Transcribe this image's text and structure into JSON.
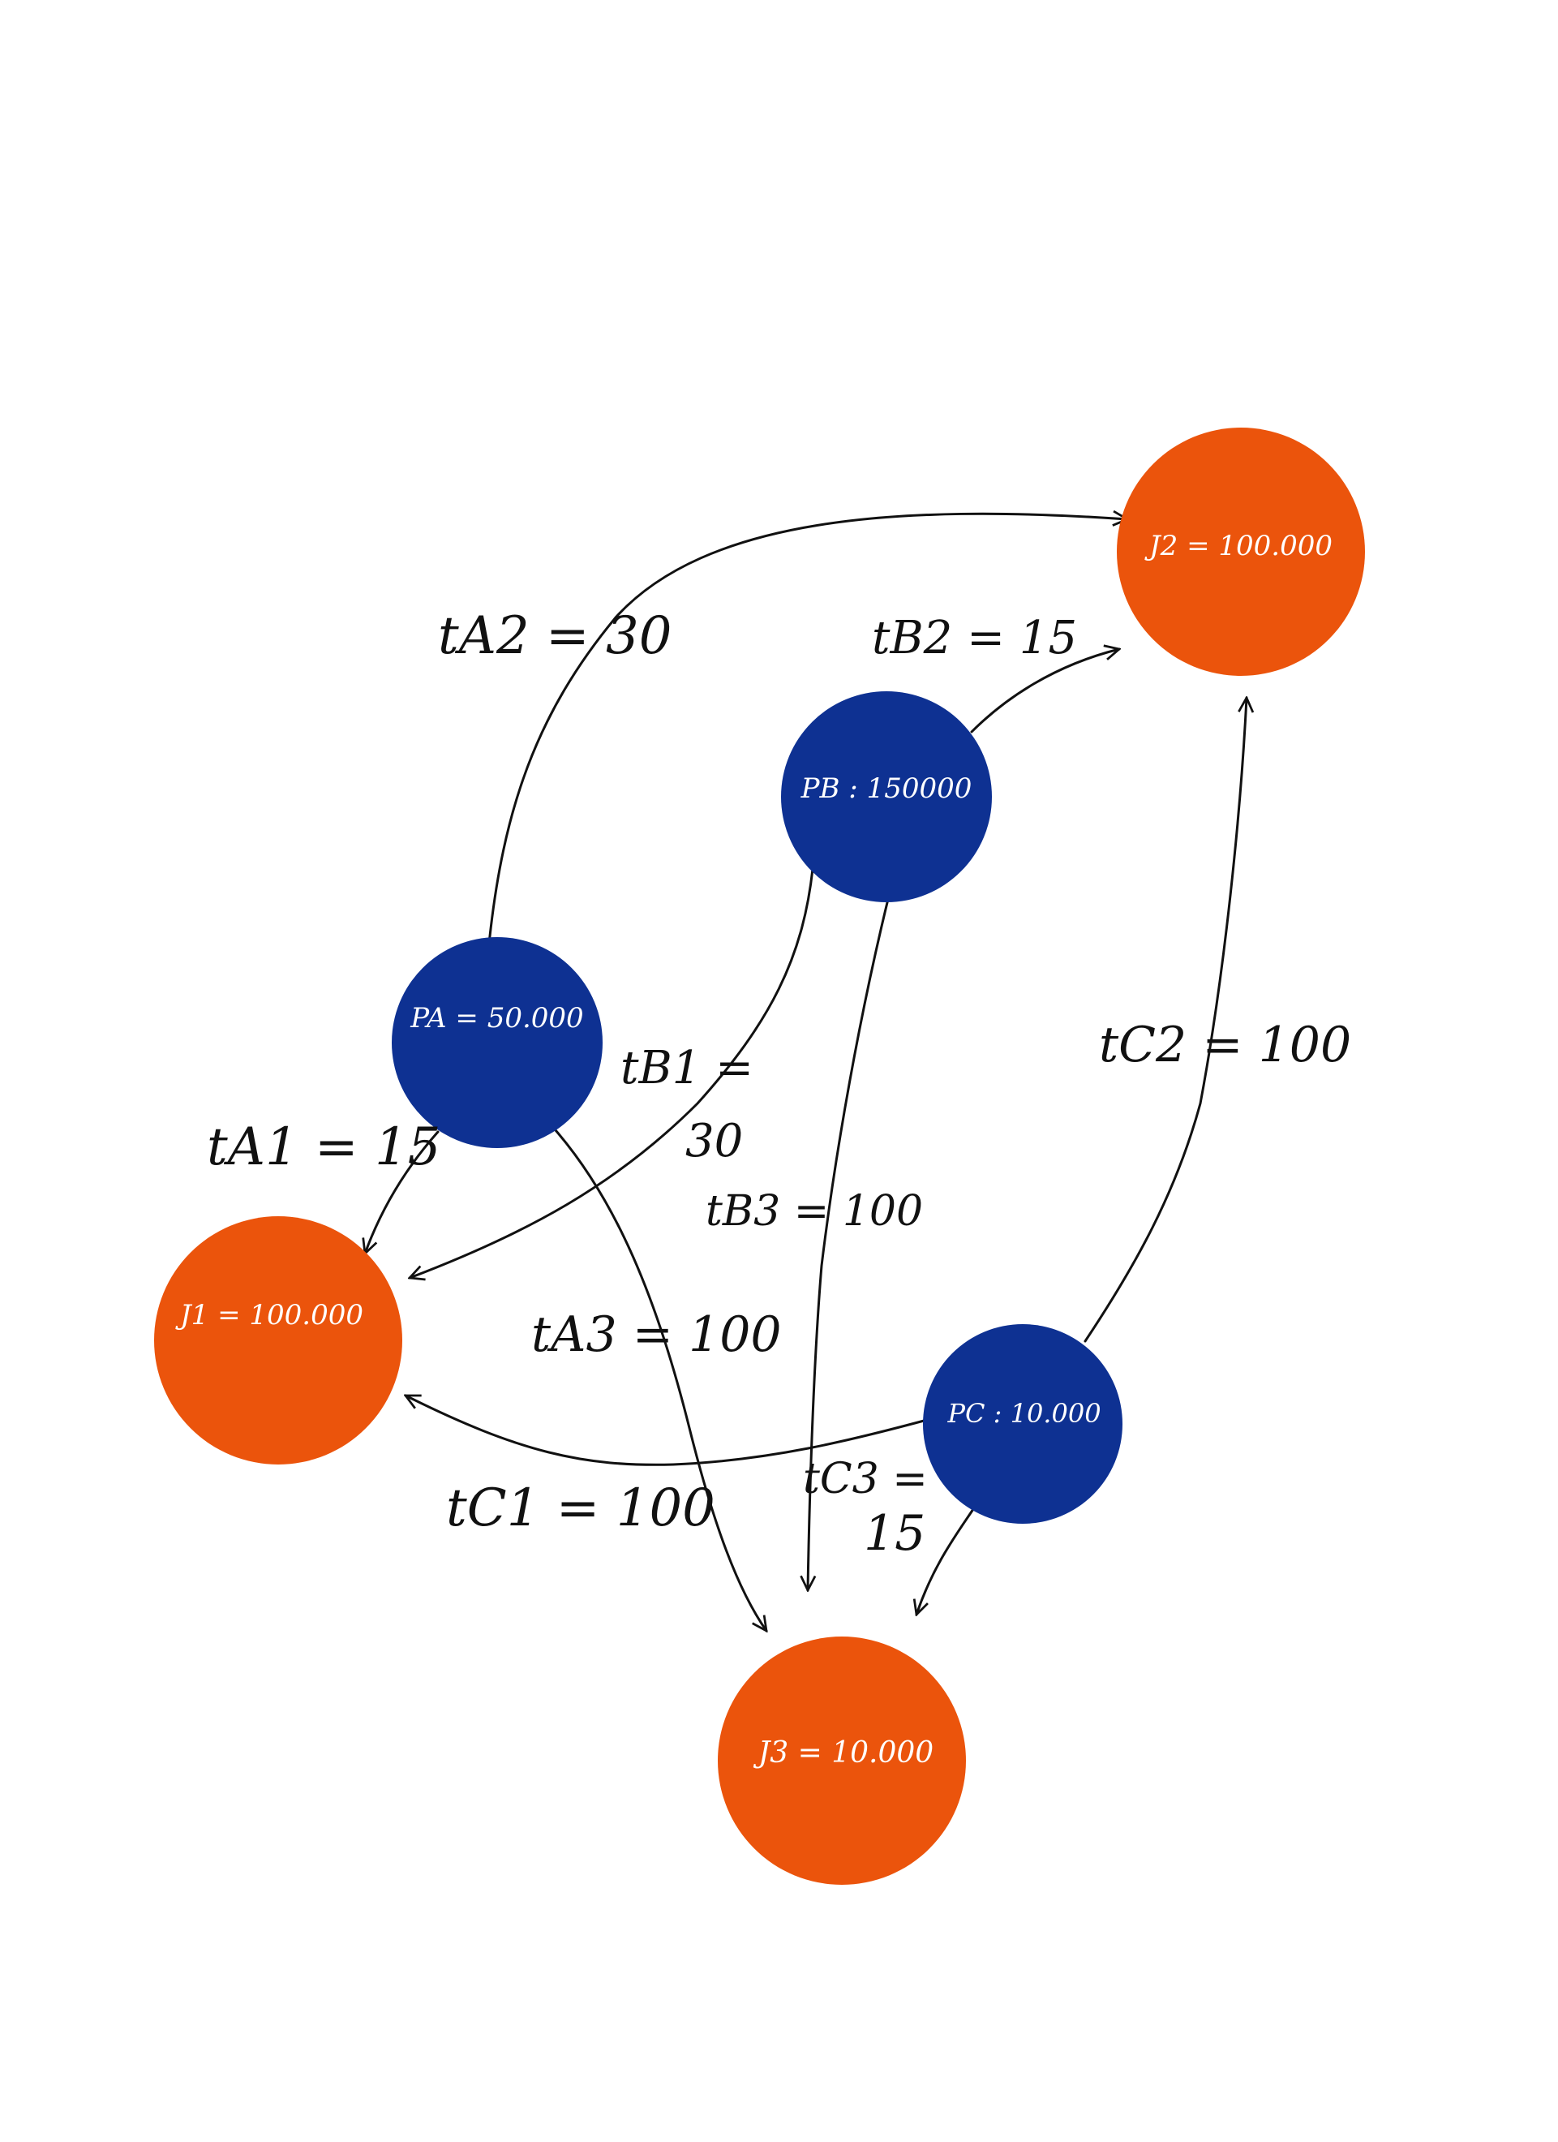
{
  "colors": {
    "supply_node": "#0e3192",
    "demand_node": "#eb540c",
    "ink": "#111111",
    "background": "#ffffff"
  },
  "nodes": {
    "pa": {
      "label": "PA = 50.000",
      "kind": "supply"
    },
    "pb": {
      "label": "PB : 150000",
      "kind": "supply"
    },
    "pc": {
      "label": "PC : 10.000",
      "kind": "supply"
    },
    "j1": {
      "label": "J1 = 100.000",
      "kind": "demand"
    },
    "j2": {
      "label": "J2 = 100.000",
      "kind": "demand"
    },
    "j3": {
      "label": "J3 = 10.000",
      "kind": "demand"
    }
  },
  "edges": {
    "a1": {
      "from": "PA",
      "to": "J1",
      "label": "tA1 = 15"
    },
    "a2": {
      "from": "PA",
      "to": "J2",
      "label": "tA2 = 30"
    },
    "a3": {
      "from": "PA",
      "to": "J3",
      "label": "tA3 = 100"
    },
    "b1": {
      "from": "PB",
      "to": "J1",
      "label": "tB1 =",
      "label_line2": "30"
    },
    "b2": {
      "from": "PB",
      "to": "J2",
      "label": "tB2 = 15"
    },
    "b3": {
      "from": "PB",
      "to": "J3",
      "label": "tB3 = 100"
    },
    "c1": {
      "from": "PC",
      "to": "J1",
      "label": "tC1 = 100"
    },
    "c2": {
      "from": "PC",
      "to": "J2",
      "label": "tC2 = 100"
    },
    "c3": {
      "from": "PC",
      "to": "J3",
      "label": "tC3 =",
      "label_line2": "15"
    }
  }
}
